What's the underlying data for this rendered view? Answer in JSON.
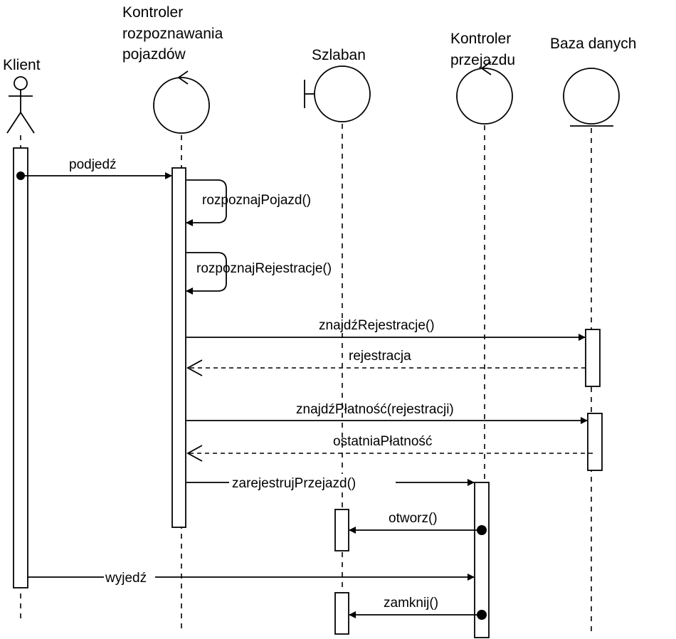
{
  "participants": {
    "klient": "Klient",
    "kontroler_rozp": [
      "Kontroler",
      "rozpoznawania",
      "pojazdów"
    ],
    "szlaban": "Szlaban",
    "kontroler_przej": [
      "Kontroler",
      "przejazdu"
    ],
    "baza": "Baza danych"
  },
  "messages": {
    "podjedz": "podjedź",
    "rozpoznaj_pojazd": "rozpoznajPojazd()",
    "rozpoznaj_rejestracje": "rozpoznajRejestracje()",
    "znajdz_rejestracje": "znajdźRejestracje()",
    "rejestracja": "rejestracja",
    "znajdz_platnosc": "znajdźPłatność(rejestracji)",
    "ostatnia_platnosc": "ostatniaPłatność",
    "zarejestruj_przejazd": "zarejestrujPrzejazd()",
    "otworz": "otworz()",
    "wyjedz": "wyjedź",
    "zamknij": "zamknij()"
  }
}
